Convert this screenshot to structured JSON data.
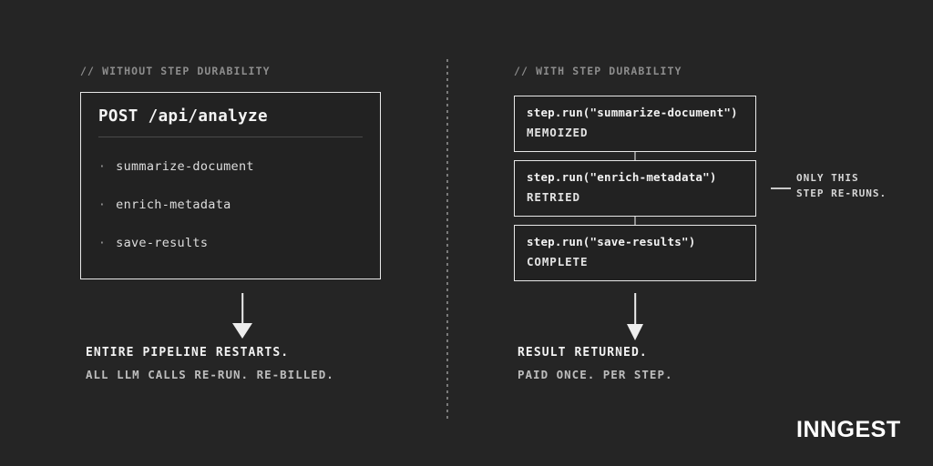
{
  "theme": {
    "background": "#252525",
    "panel_background": "#222222",
    "border": "#e8e8e8",
    "text_primary": "#f2f2f2",
    "text_secondary": "#bdbdbd",
    "text_muted": "#8d8d8d",
    "divider": "#7a7a7a"
  },
  "left": {
    "caption": "// WITHOUT STEP DURABILITY",
    "box": {
      "title": "POST /api/analyze",
      "bullet_glyph": "·",
      "items": [
        {
          "label": "summarize-document"
        },
        {
          "label": "enrich-metadata"
        },
        {
          "label": "save-results"
        }
      ]
    },
    "outcome": {
      "primary": "ENTIRE PIPELINE RESTARTS.",
      "secondary": "ALL LLM CALLS RE-RUN. RE-BILLED."
    }
  },
  "right": {
    "caption": "// WITH STEP DURABILITY",
    "steps": [
      {
        "code": "step.run(\"summarize-document\")",
        "status": "MEMOIZED"
      },
      {
        "code": "step.run(\"enrich-metadata\")",
        "status": "RETRIED"
      },
      {
        "code": "step.run(\"save-results\")",
        "status": "COMPLETE"
      }
    ],
    "callout": {
      "line1": "ONLY THIS",
      "line2": "STEP RE-RUNS."
    },
    "outcome": {
      "primary": "RESULT RETURNED.",
      "secondary": "PAID ONCE. PER STEP."
    }
  },
  "brand": {
    "name": "INNGEST"
  }
}
